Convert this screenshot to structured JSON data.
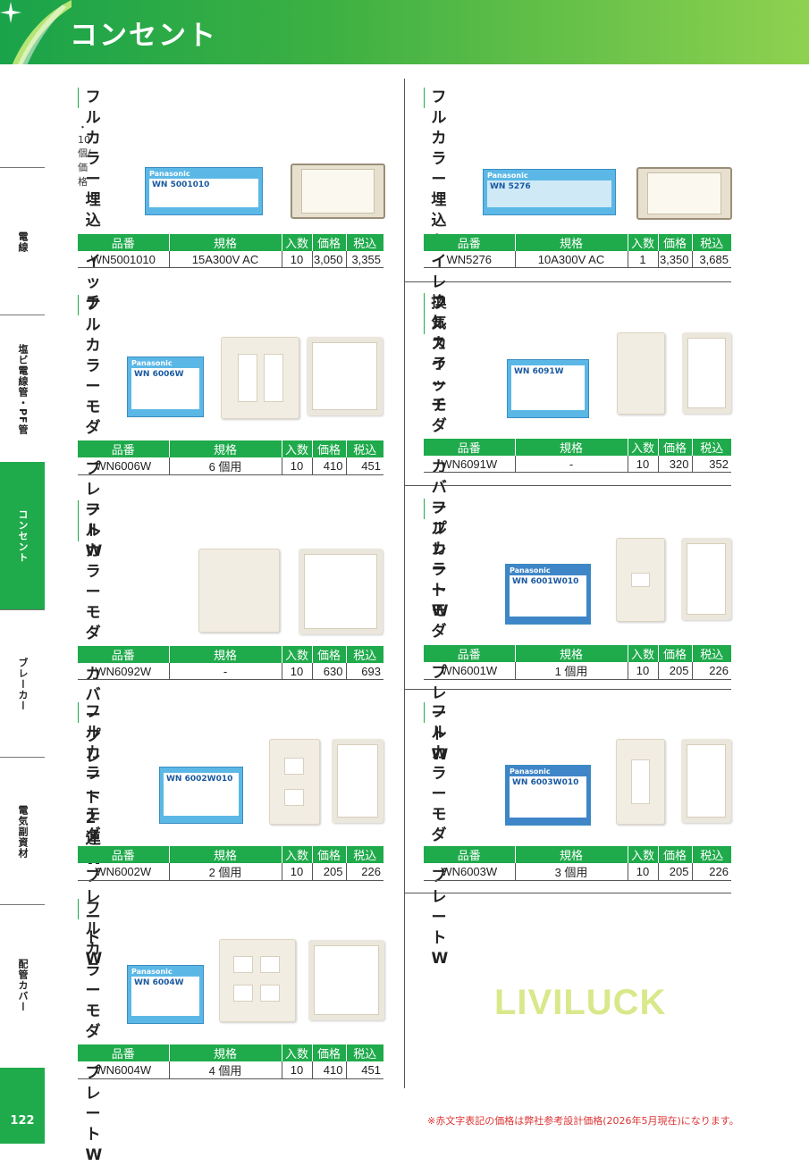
{
  "header": {
    "title": "コンセント"
  },
  "sidebar": {
    "tabs": [
      {
        "label": "電線",
        "active": false
      },
      {
        "label": "塩ビ電線管・PF管",
        "active": false
      },
      {
        "label": "コンセント",
        "active": true
      },
      {
        "label": "ブレーカー",
        "active": false
      },
      {
        "label": "電気副資材",
        "active": false
      },
      {
        "label": "配管カバー",
        "active": false
      }
    ],
    "page_number": "122"
  },
  "table_headers": {
    "hinban": "品番",
    "kikaku": "規格",
    "irisu": "入数",
    "kakaku": "価格",
    "zeikomi": "税込"
  },
  "products": [
    {
      "title": "フルカラー埋込スイッチ",
      "note": "・10個/価格",
      "hinban": "WN5001010",
      "kikaku": "15A300V AC",
      "irisu": "10",
      "kakaku": "3,050",
      "zeikomi": "3,355",
      "pkg_model": "WN 5001010"
    },
    {
      "title": "フルカラー埋込トイレ換気スイッチ",
      "hinban": "WN5276",
      "kikaku": "10A300V AC",
      "irisu": "1",
      "kakaku": "3,350",
      "zeikomi": "3,685",
      "pkg_model": "WN 5276"
    },
    {
      "title": "フルカラーモダンプレート W",
      "hinban": "WN6006W",
      "kikaku": "6 個用",
      "irisu": "10",
      "kakaku": "410",
      "zeikomi": "451",
      "pkg_model": "WN 6006W"
    },
    {
      "title": "フルカラーモダン\nカバープレート W",
      "hinban": "WN6091W",
      "kikaku": "-",
      "irisu": "10",
      "kakaku": "320",
      "zeikomi": "352",
      "pkg_model": "WN 6091W"
    },
    {
      "title": "フルカラーモダン\nカバープレート 2 連 W",
      "hinban": "WN6092W",
      "kikaku": "-",
      "irisu": "10",
      "kakaku": "630",
      "zeikomi": "693"
    },
    {
      "title": "フルカラーモダンプレート W",
      "hinban": "WN6001W",
      "kikaku": "1 個用",
      "irisu": "10",
      "kakaku": "205",
      "zeikomi": "226",
      "pkg_model": "WN 6001W010"
    },
    {
      "title": "フルカラーモダンプレート W",
      "hinban": "WN6002W",
      "kikaku": "2 個用",
      "irisu": "10",
      "kakaku": "205",
      "zeikomi": "226",
      "pkg_model": "WN 6002W010"
    },
    {
      "title": "フルカラーモダンプレート W",
      "hinban": "WN6003W",
      "kikaku": "3 個用",
      "irisu": "10",
      "kakaku": "205",
      "zeikomi": "226",
      "pkg_model": "WN 6003W010"
    },
    {
      "title": "フルカラーモダンプレート W",
      "hinban": "WN6004W",
      "kikaku": "4 個用",
      "irisu": "10",
      "kakaku": "410",
      "zeikomi": "451",
      "pkg_model": "WN 6004W"
    }
  ],
  "pkg_brand": "Panasonic",
  "watermark": "LIVILUCK",
  "footnote": "※赤文字表記の価格は弊社参考設計価格(2026年5月現在)になります。",
  "colors": {
    "accent": "#1faa4b",
    "footnote": "#dd3333",
    "package": "#5bb8e6"
  }
}
